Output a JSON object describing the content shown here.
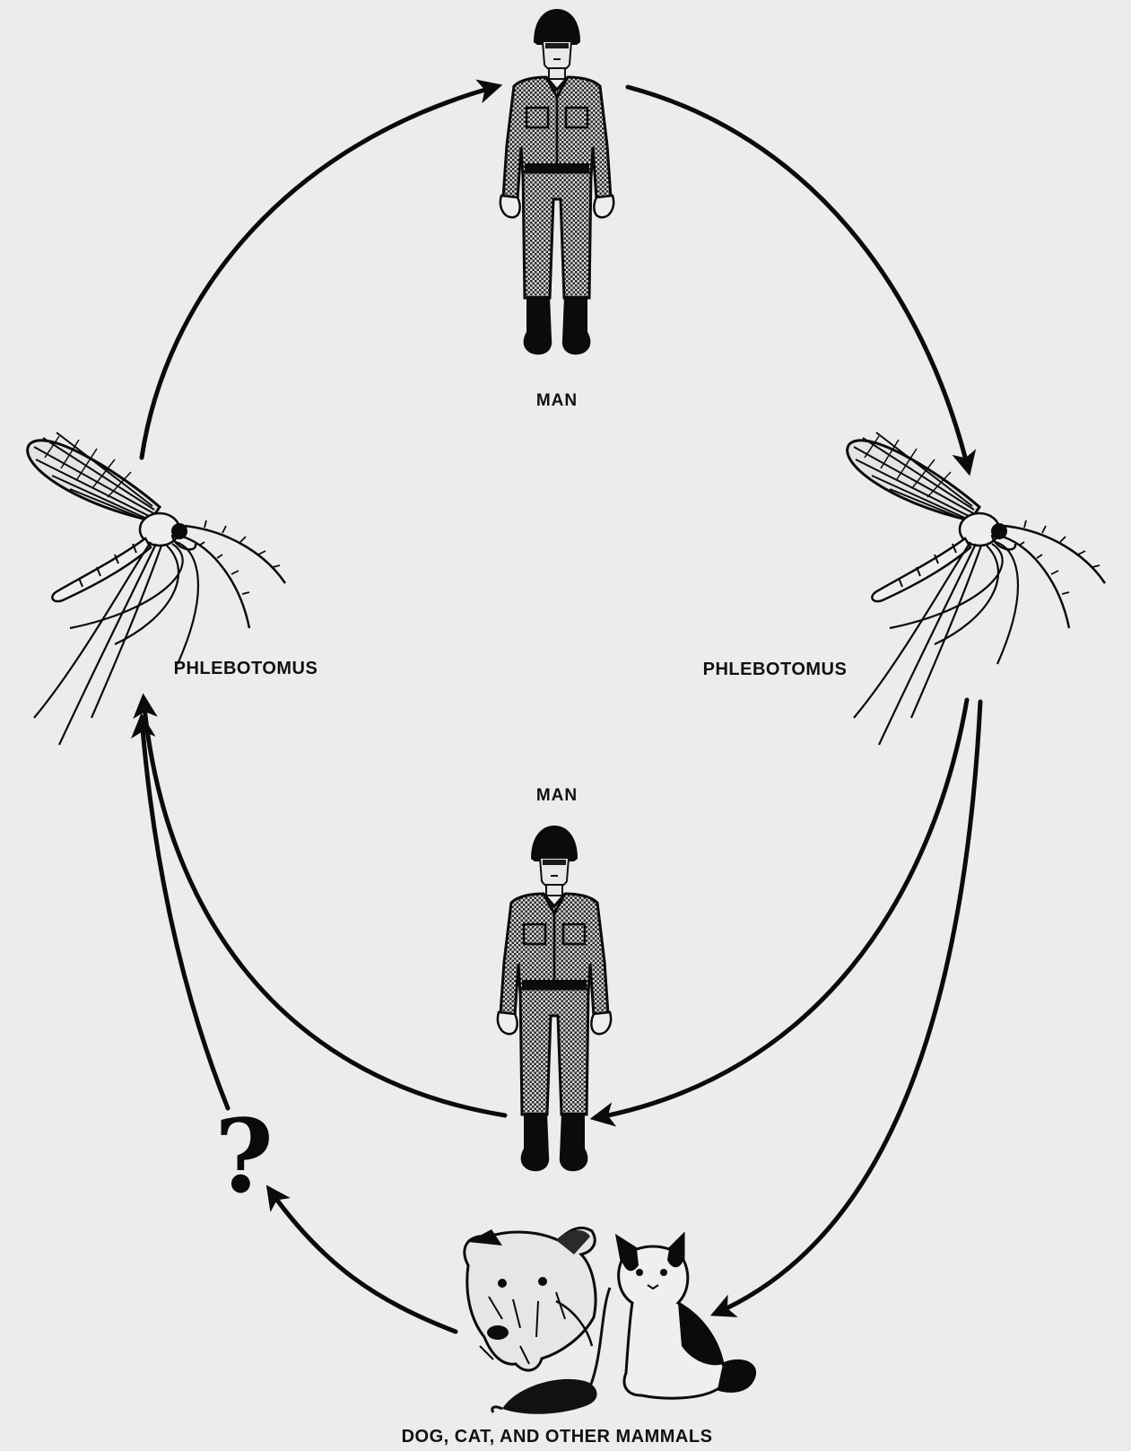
{
  "labels": {
    "man_top": "MAN",
    "man_bottom": "MAN",
    "phlebotomus_left": "PHLEBOTOMUS",
    "phlebotomus_right": "PHLEBOTOMUS",
    "mammals": "DOG, CAT, AND OTHER MAMMALS",
    "unknown": "?"
  },
  "nodes": [
    {
      "id": "man-top",
      "icon": "soldier-icon"
    },
    {
      "id": "phlebotomus-right",
      "icon": "sandfly-icon"
    },
    {
      "id": "man-bottom",
      "icon": "soldier-icon"
    },
    {
      "id": "mammals",
      "icon": "dog-cat-rat-icon"
    },
    {
      "id": "unknown",
      "icon": "question-mark"
    },
    {
      "id": "phlebotomus-left",
      "icon": "sandfly-icon"
    }
  ],
  "edges": [
    {
      "from": "phlebotomus-left",
      "to": "man-top"
    },
    {
      "from": "man-top",
      "to": "phlebotomus-right"
    },
    {
      "from": "phlebotomus-right",
      "to": "man-bottom"
    },
    {
      "from": "phlebotomus-right",
      "to": "mammals"
    },
    {
      "from": "man-bottom",
      "to": "phlebotomus-left"
    },
    {
      "from": "mammals",
      "to": "unknown"
    },
    {
      "from": "unknown",
      "to": "phlebotomus-left"
    }
  ],
  "colors": {
    "background": "#ececea",
    "ink": "#0b0b0b",
    "uniform": "#7a7a7a"
  }
}
